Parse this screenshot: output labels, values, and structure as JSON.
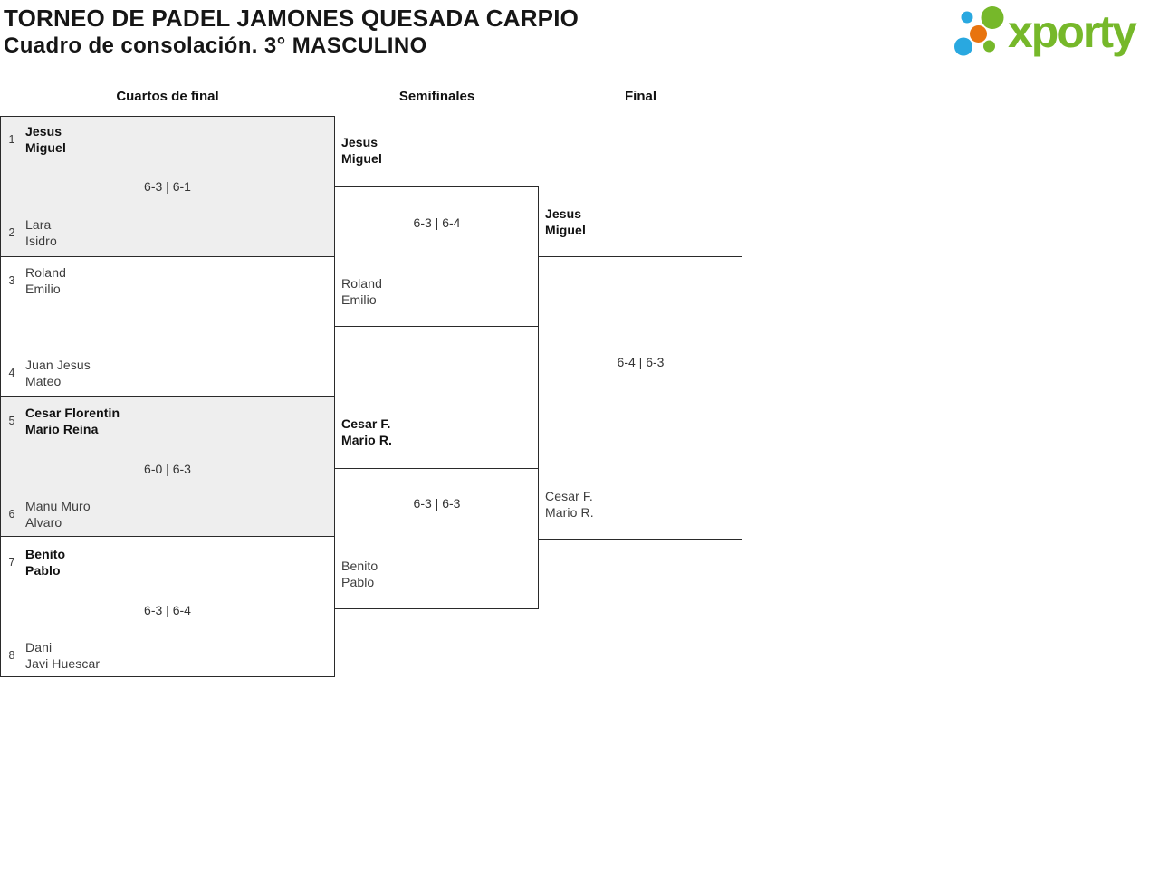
{
  "header": {
    "title": "TORNEO DE PADEL JAMONES QUESADA CARPIO",
    "subtitle": "Cuadro de consolación. 3° MASCULINO",
    "logo_text": "xporty"
  },
  "rounds": [
    "Cuartos de final",
    "Semifinales",
    "Final"
  ],
  "colors": {
    "logo_green": "#76b82a",
    "logo_blue": "#29a8e0",
    "logo_orange": "#e8740f",
    "shaded_box": "#eeeeee",
    "box_border": "#2a2a2a"
  },
  "quarterfinals": [
    {
      "score": "6-3 | 6-1",
      "teams": [
        {
          "seed": "1",
          "players": [
            "Jesus",
            "Miguel"
          ],
          "winner": true
        },
        {
          "seed": "2",
          "players": [
            "Lara",
            "Isidro"
          ],
          "winner": false
        }
      ]
    },
    {
      "score": "",
      "teams": [
        {
          "seed": "3",
          "players": [
            "Roland",
            "Emilio"
          ],
          "winner": true
        },
        {
          "seed": "4",
          "players": [
            "Juan Jesus",
            "Mateo"
          ],
          "winner": false
        }
      ]
    },
    {
      "score": "6-0 | 6-3",
      "teams": [
        {
          "seed": "5",
          "players": [
            "Cesar Florentin",
            "Mario Reina"
          ],
          "winner": true
        },
        {
          "seed": "6",
          "players": [
            "Manu Muro",
            "Alvaro"
          ],
          "winner": false
        }
      ]
    },
    {
      "score": "6-3 | 6-4",
      "teams": [
        {
          "seed": "7",
          "players": [
            "Benito",
            "Pablo"
          ],
          "winner": true
        },
        {
          "seed": "8",
          "players": [
            "Dani",
            "Javi Huescar"
          ],
          "winner": false
        }
      ]
    }
  ],
  "semifinals": [
    {
      "score": "6-3 | 6-4",
      "teams": [
        {
          "players": [
            "Jesus",
            "Miguel"
          ],
          "winner": true
        },
        {
          "players": [
            "Roland",
            "Emilio"
          ],
          "winner": false
        }
      ]
    },
    {
      "score": "6-3 | 6-3",
      "teams": [
        {
          "players": [
            "Cesar F.",
            "Mario R."
          ],
          "winner": true
        },
        {
          "players": [
            "Benito",
            "Pablo"
          ],
          "winner": false
        }
      ]
    }
  ],
  "final": {
    "score": "6-4 | 6-3",
    "teams": [
      {
        "players": [
          "Jesus",
          "Miguel"
        ],
        "winner": true
      },
      {
        "players": [
          "Cesar F.",
          "Mario R."
        ],
        "winner": false
      }
    ]
  }
}
